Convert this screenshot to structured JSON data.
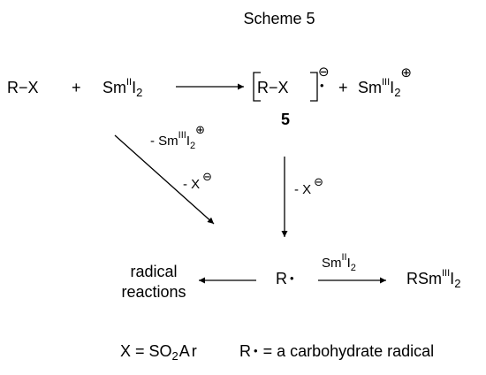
{
  "title": "Scheme 5",
  "reaction": {
    "reactant": "R−X",
    "plus": "+",
    "reagent": {
      "base": "Sm",
      "ox": "II",
      "rest": "I",
      "sub": "2"
    }
  },
  "radical_anion": {
    "inner": "R−X",
    "charge": "⊖",
    "radical_dot": "•",
    "plus": "+",
    "cation": {
      "base": "Sm",
      "ox": "III",
      "rest": "I",
      "sub": "2",
      "charge": "⊕"
    },
    "number": "5"
  },
  "diagonal_labels": {
    "line1": {
      "prefix": "- Sm",
      "ox": "III",
      "rest": "I",
      "sub": "2",
      "charge": "⊕"
    },
    "line2": {
      "text": "- X",
      "charge": "⊖"
    }
  },
  "vertical_label": {
    "text": "- X",
    "charge": "⊖"
  },
  "radical": {
    "text": "R",
    "dot": "•"
  },
  "radical_reactions": {
    "line1": "radical",
    "line2": "reactions"
  },
  "right_arrow_label": {
    "base": "Sm",
    "ox": "II",
    "rest": "I",
    "sub": "2"
  },
  "product": {
    "base": "RSm",
    "ox": "III",
    "rest": "I",
    "sub": "2"
  },
  "legend": {
    "x_def": {
      "text": "X = SO",
      "sub": "2",
      "rest": "Ar"
    },
    "r_def": {
      "r": "R",
      "dot": "•",
      "rest": "= a carbohydrate radical"
    }
  }
}
